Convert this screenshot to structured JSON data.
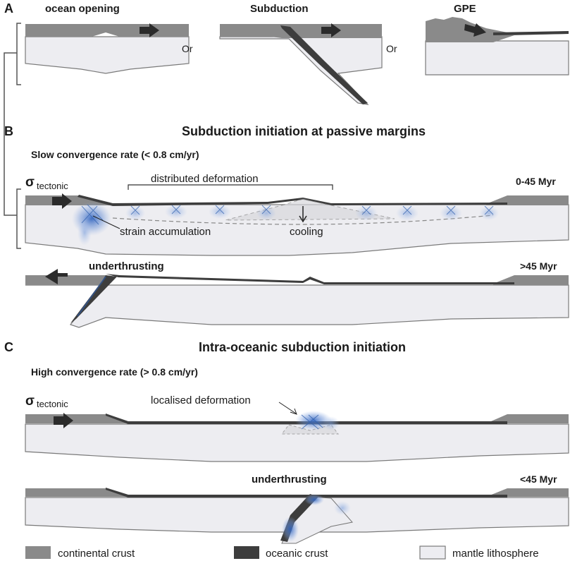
{
  "panel_a": {
    "letter": "A",
    "titles": {
      "opening": "ocean opening",
      "subduction": "Subduction",
      "gpe": "GPE"
    },
    "or_1": "Or",
    "or_2": "Or"
  },
  "panel_b": {
    "letter": "B",
    "title": "Subduction initiation at passive margins",
    "rate": "Slow convergence rate (< 0.8 cm/yr)",
    "sigma": "σ",
    "sigma_sub": "tectonic",
    "distributed": "distributed deformation",
    "strain": "strain accumulation",
    "cooling": "cooling",
    "age_1": "0-45 Myr",
    "underthrusting": "underthrusting",
    "age_2": ">45 Myr"
  },
  "panel_c": {
    "letter": "C",
    "title": "Intra-oceanic subduction initiation",
    "rate": "High convergence rate (> 0.8 cm/yr)",
    "sigma": "σ",
    "sigma_sub": "tectonic",
    "localised": "localised deformation",
    "underthrusting": "underthrusting",
    "age": "<45 Myr"
  },
  "legend": {
    "continental": "continental crust",
    "oceanic": "oceanic crust",
    "mantle": "mantle lithosphere"
  },
  "colors": {
    "continental_crust": "#8a8a8a",
    "oceanic_crust": "#3d3d3d",
    "mantle_lithosphere": "#ededf1",
    "deformation": "#3a6fc4"
  },
  "icons": [
    "push-arrow-icon",
    "bracket-icon"
  ]
}
